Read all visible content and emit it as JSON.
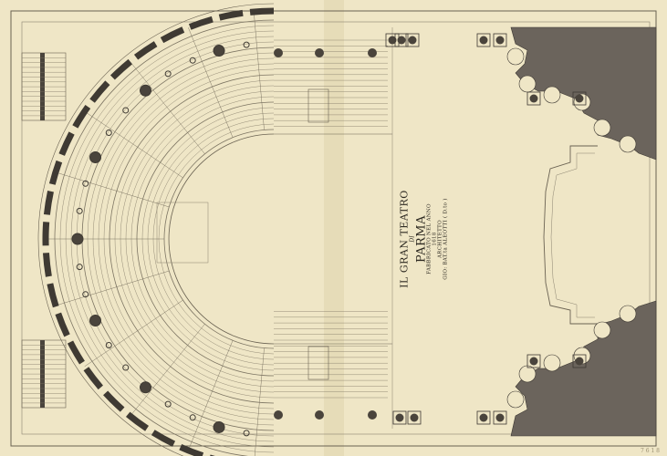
{
  "plate": {
    "title": "IL GRAN TEATRO",
    "of": "DI",
    "city": "PARMA",
    "built": "FABBRICATO NEL ANNO",
    "year": "1618",
    "role": "ARCHITETTO",
    "architect": "GIO: BAT.ta ALEOTTI ( D.to )",
    "corner_mark": "7 6 1 8"
  },
  "colors": {
    "paper": "#efe6c6",
    "ink": "#5a5347",
    "wall_fill": "#6b645c",
    "fold_shadow": "#e3d8b4"
  }
}
